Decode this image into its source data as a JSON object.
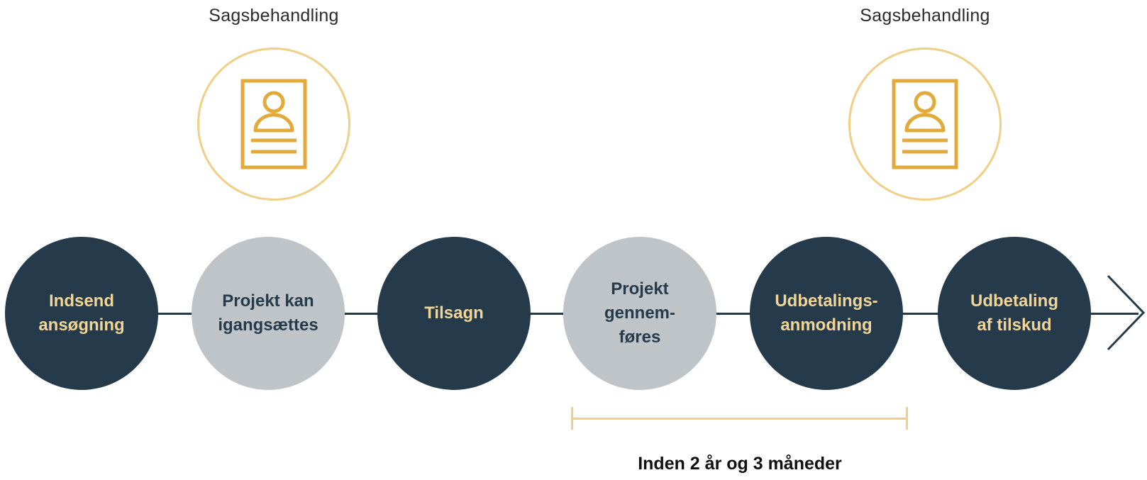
{
  "case_handling": [
    {
      "label": "Sagsbehandling",
      "icon": "document-person-icon"
    },
    {
      "label": "Sagsbehandling",
      "icon": "document-person-icon"
    }
  ],
  "steps": [
    {
      "label": "Indsend\nansøgning",
      "style": "dark"
    },
    {
      "label": "Projekt kan\nigangsættes",
      "style": "light"
    },
    {
      "label": "Tilsagn",
      "style": "dark"
    },
    {
      "label": "Projekt\ngennem-\nføres",
      "style": "light"
    },
    {
      "label": "Udbetalings-\nanmodning",
      "style": "dark"
    },
    {
      "label": "Udbetaling\naf tilskud",
      "style": "dark"
    }
  ],
  "duration": {
    "label": "Inden 2 år og 3 måneder"
  },
  "colors": {
    "dark": "#253b4b",
    "light": "#bec4c8",
    "accent": "#e2a93b",
    "accent_light": "#f0cf86",
    "dark_text": "#f1d597"
  }
}
